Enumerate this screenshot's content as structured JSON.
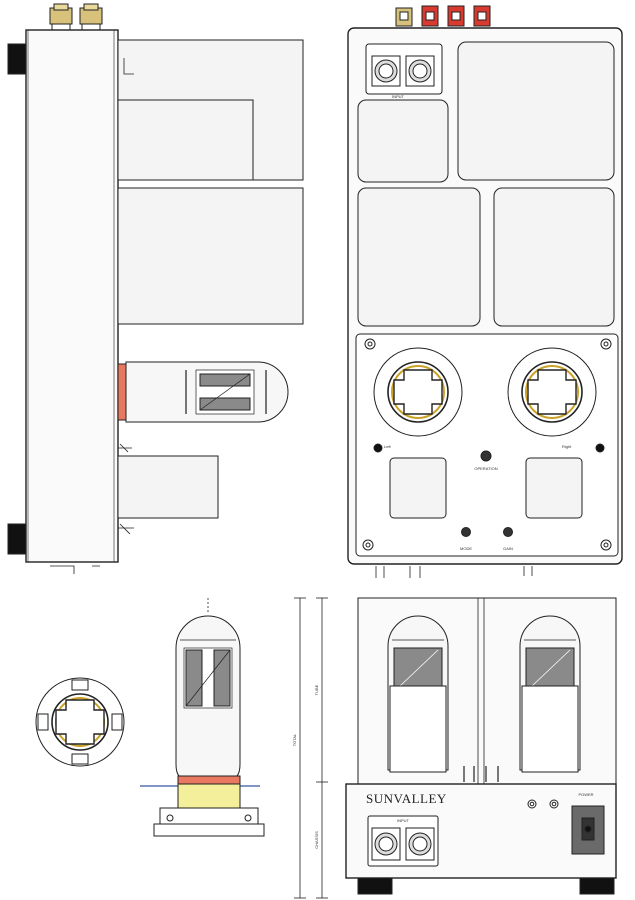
{
  "brand": "SUNVALLEY",
  "labels": {
    "input_top": "INPUT",
    "mode": "MODE",
    "gain": "GAIN",
    "power": "POWER",
    "input_front": "INPUT",
    "left_channel": "Left",
    "right_channel": "Right",
    "center_switch": "OPERATION",
    "dim_total": "TOTAL",
    "dim_upper": "TUBE",
    "dim_lower": "CHASSIS"
  },
  "colors": {
    "outline": "#222222",
    "panel": "#f4f4f4",
    "tube_base": "#e8785f",
    "tube_socket_yellow": "#f4ef9a",
    "gold": "#c9a227",
    "terminal_red": "#d83a30",
    "glass": "#f7f7f7",
    "plate": "#8a8a8a"
  }
}
